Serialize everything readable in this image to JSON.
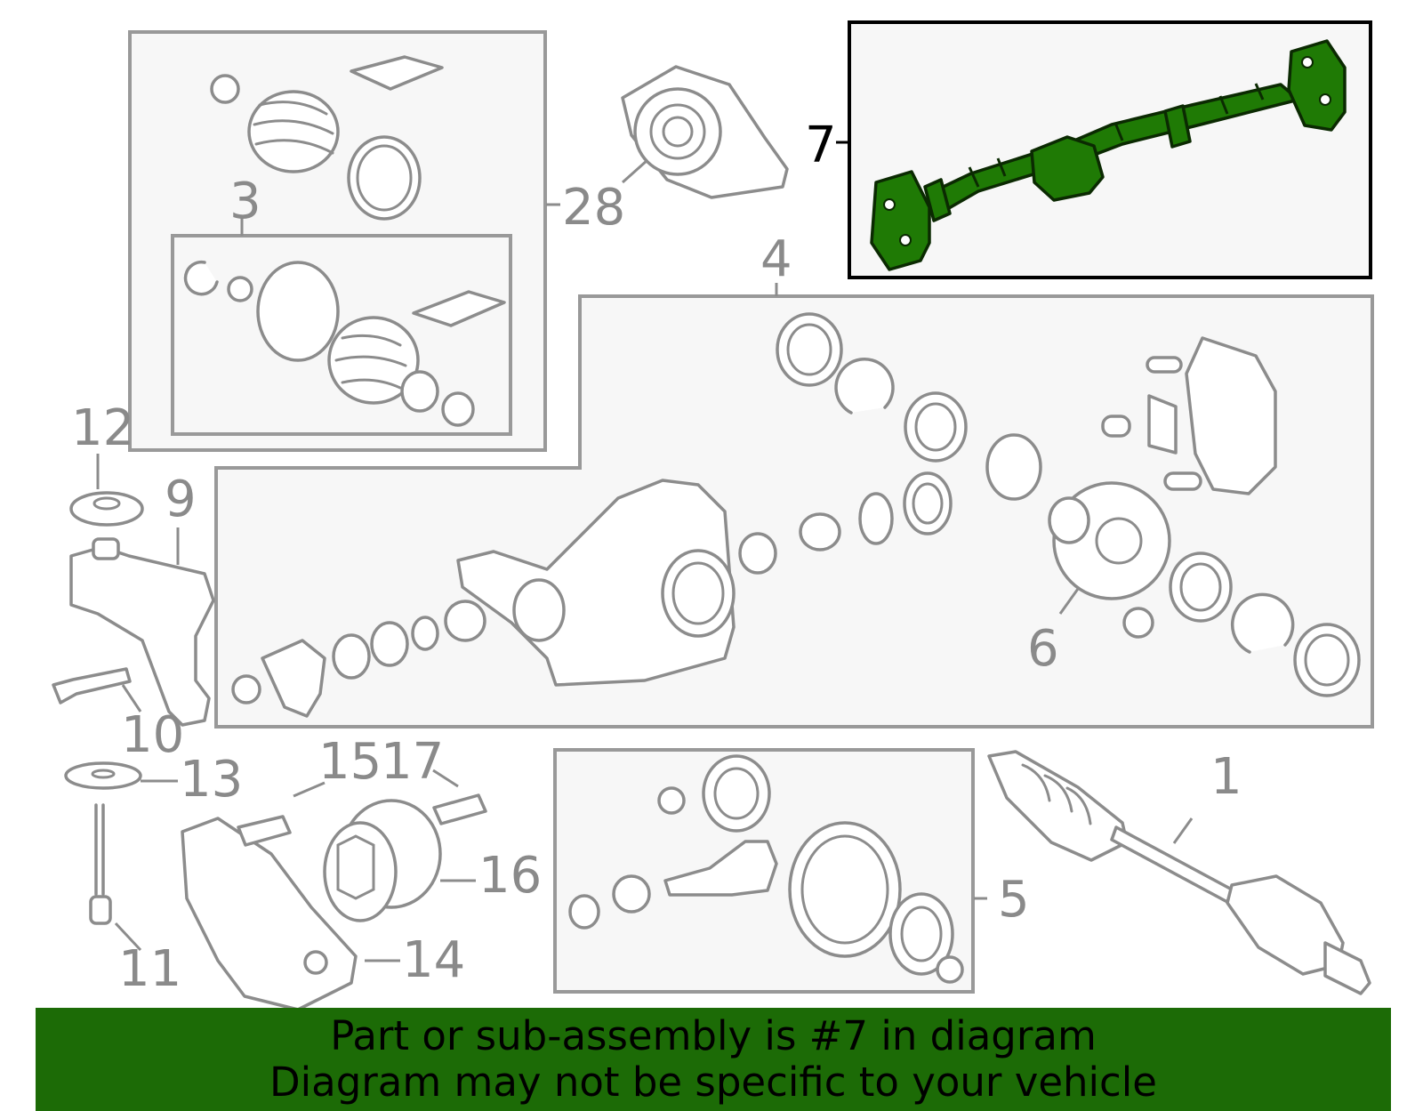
{
  "callouts": {
    "c1": "1",
    "c3": "3",
    "c4": "4",
    "c5": "5",
    "c6": "6",
    "c7": "7",
    "c9": "9",
    "c10": "10",
    "c11": "11",
    "c12": "12",
    "c13": "13",
    "c14": "14",
    "c15": "15",
    "c16": "16",
    "c17": "17",
    "c28": "28"
  },
  "banner": {
    "line1": "Part or sub-assembly is #7 in diagram",
    "line2": "Diagram may not be specific to your vehicle"
  },
  "colors": {
    "highlight_part": "#1f7a05",
    "banner_background": "#1c6b06",
    "line_art": "#8c8c8c"
  },
  "highlighted_part": "drive-shaft"
}
